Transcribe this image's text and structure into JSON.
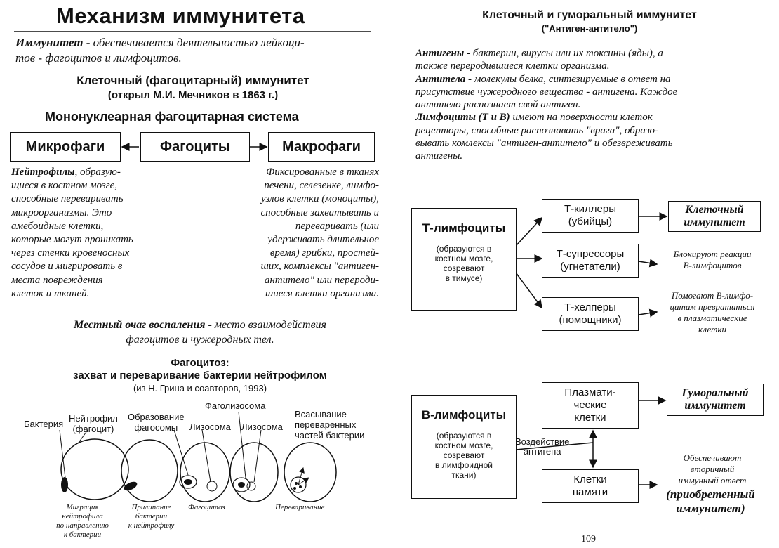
{
  "left": {
    "title": "Механизм иммунитета",
    "intro_term": "Иммунитет",
    "intro_rest": " - обеспечивается деятельностью лейкоци-",
    "intro_line2": "тов - фагоцитов и лимфоцитов.",
    "cellular_title": "Клеточный (фагоцитарный) иммунитет",
    "cellular_sub": "(открыл М.И. Мечников в 1863 г.)",
    "system_title": "Мононуклеарная фагоцитарная система",
    "box_micro": "Микрофаги",
    "box_phago": "Фагоциты",
    "box_macro": "Макрофаги",
    "neutro_term": "Нейтрофилы",
    "neutro_lines": [
      ", образую-",
      "щиеся в костном мозге,",
      "способные переваривать",
      "микроорганизмы. Это",
      "амебоидные клетки,",
      "которые могут проникать",
      "через стенки кровеносных",
      "сосудов и мигрировать в",
      "места повреждения",
      "клеток и тканей."
    ],
    "fixed_lines": [
      "Фиксированные в тканях",
      "печени, селезенке, лимфо-",
      "узлов клетки (моноциты),",
      "способные захватывать и",
      "переваривать (или",
      "удерживать длительное",
      "время) грибки, простей-",
      "ших, комплексы \"антиген-",
      "антитело\" или перероди-",
      "шиеся клетки организма."
    ],
    "focus_term": "Местный очаг воспаления",
    "focus_rest": " - место взаимодействия",
    "focus_line2": "фагоцитов и чужеродных тел.",
    "phago_title": "Фагоцитоз:",
    "phago_sub": "захват и переваривание бактерии нейтрофилом",
    "phago_src": "(из Н. Грина и соавторов, 1993)",
    "lbl_bacteria": "Бактерия",
    "lbl_neutro": "Нейтрофил",
    "lbl_neutro2": "(фагоцит)",
    "lbl_form": "Образование",
    "lbl_form2": "фагосомы",
    "lbl_lyso": "Лизосома",
    "lbl_phagolyso": "Фаголизосома",
    "lbl_lyso2": "Лизосома",
    "lbl_absorb": [
      "Всасывание",
      "переваренных",
      "частей бактерии"
    ],
    "cap_migration": [
      "Миграция",
      "нейтрофила",
      "по направлению",
      "к бактерии"
    ],
    "cap_adhesion": [
      "Прилипание",
      "бактерии",
      "к нейтрофилу"
    ],
    "cap_phago": "Фагоцитоз",
    "cap_digest": "Переваривание"
  },
  "right": {
    "title": "Клеточный и гуморальный иммунитет",
    "subtitle": "(\"Антиген-антитело\")",
    "antigen_term": "Антигены",
    "antigen_lines": [
      " - бактерии, вирусы или их токсины (яды), а",
      "также переродившиеся клетки организма."
    ],
    "antibody_term": "Антитела",
    "antibody_lines": [
      " - молекулы белка, синтезируемые в ответ на",
      "присутствие чужеродного вещества - антигена. Каждое",
      "антитело распознает свой антиген."
    ],
    "lympho_term": "Лимфоциты (Т и В)",
    "lympho_lines": [
      " имеют на поверхности клеток",
      "рецепторы, способные распознавать \"врага\", образо-",
      "вывать комлексы \"антиген-антитело\" и обезвреживать",
      "антигены."
    ],
    "t_title": "Т-лимфоциты",
    "t_note": [
      "(образуются в",
      "костном мозге,",
      "созревают",
      "в тимусе)"
    ],
    "killers": [
      "Т-киллеры",
      "(убийцы)"
    ],
    "cell_immunity": [
      "Клеточный",
      "иммунитет"
    ],
    "suppressors": [
      "Т-супрессоры",
      "(угнетатели)"
    ],
    "block": [
      "Блокируют реакции",
      "В-лимфоцитов"
    ],
    "helpers": [
      "Т-хелперы",
      "(помощники)"
    ],
    "help": [
      "Помогают В-лимфо-",
      "цитам превратиться",
      "в плазматические",
      "клетки"
    ],
    "b_title": "В-лимфоциты",
    "b_note": [
      "(образуются в",
      "костном мозге,",
      "созревают",
      "в лимфоидной",
      "ткани)"
    ],
    "plasma": [
      "Плазмати-",
      "ческие",
      "клетки"
    ],
    "humoral": [
      "Гуморальный",
      "иммунитет"
    ],
    "antigen_action": [
      "Воздействие",
      "антигена"
    ],
    "memory": [
      "Клетки",
      "памяти"
    ],
    "secondary": [
      "Обеспечивают",
      "вторичный",
      "иммунный ответ"
    ],
    "acquired": [
      "(приобретенный",
      "иммунитет)"
    ],
    "page_number": "109"
  }
}
